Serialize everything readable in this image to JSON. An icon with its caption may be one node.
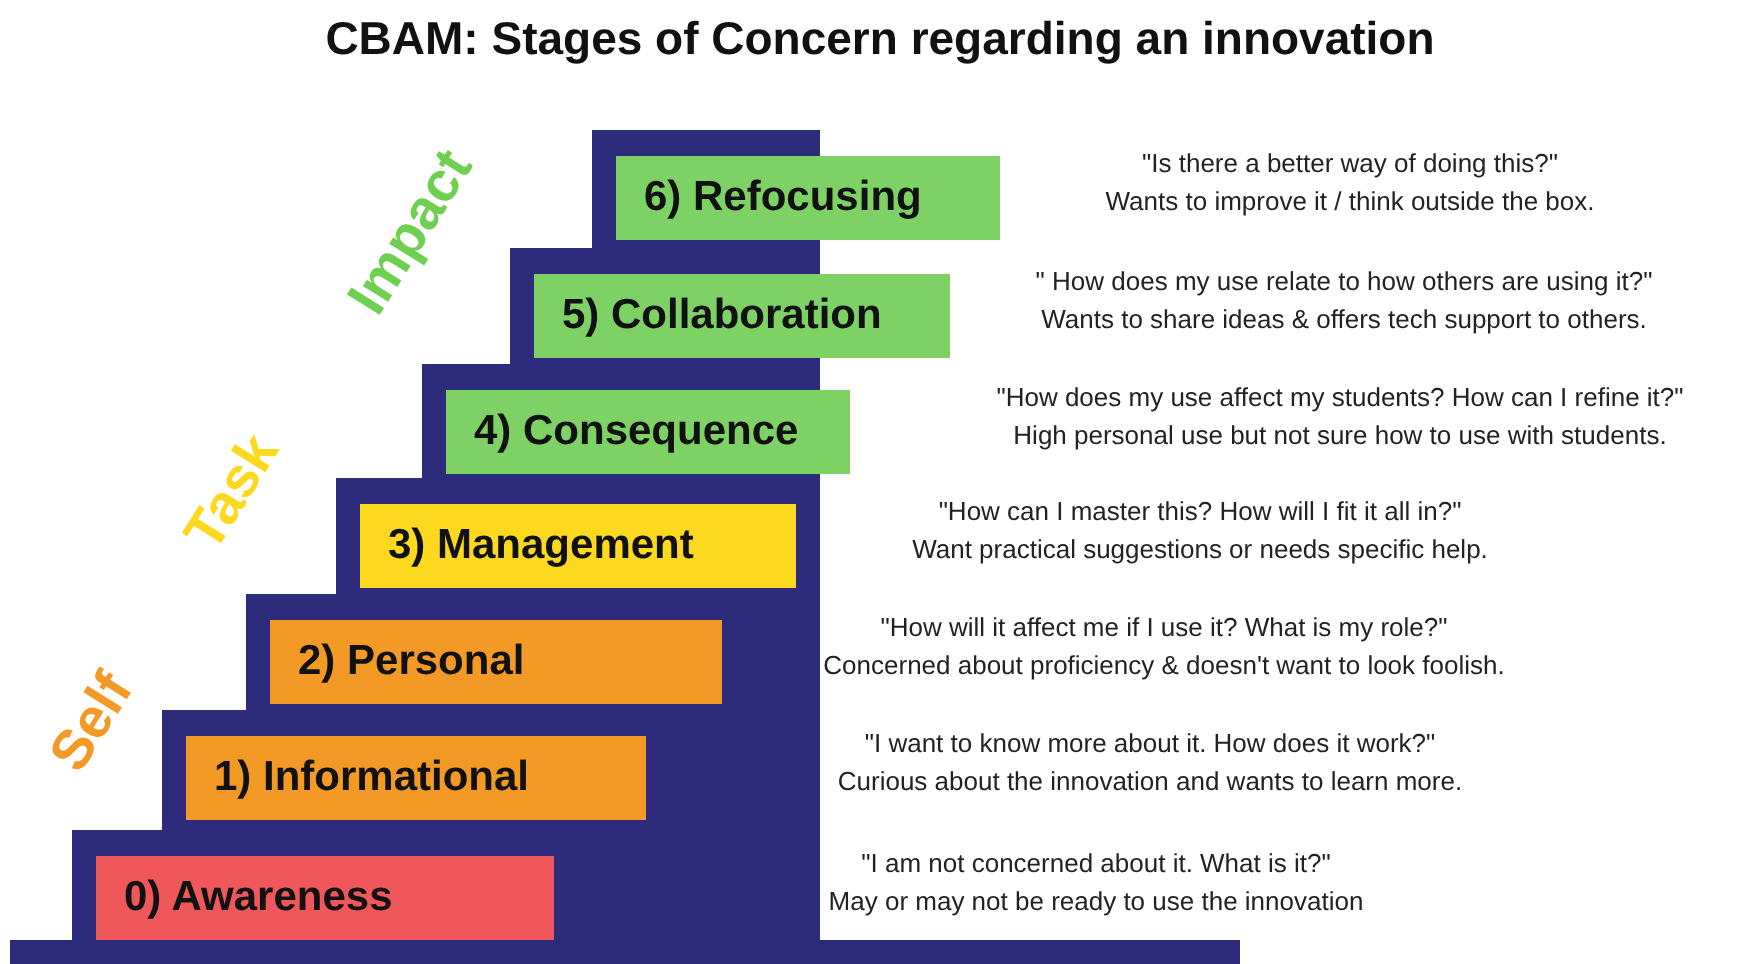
{
  "diagram": {
    "title": "CBAM: Stages of Concern regarding an innovation",
    "nodes": [
      {
        "text": [
          "6) Refocusing"
        ],
        "beside": [
          "\"Is there a better way of doing this?\"",
          "Wants to improve it / think outside the box."
        ]
      },
      {
        "text": [
          "5) Collaboration"
        ],
        "beside": [
          "\" How does my use relate to how others are using it?\"",
          "Wants to share ideas & offers tech support to others."
        ]
      },
      {
        "text": [
          "4) Consequence"
        ],
        "beside": [
          "\"How does my use affect my students? How can I refine it?\"",
          "High personal use but not sure how to use with students."
        ]
      },
      {
        "text": [
          "3) Management"
        ],
        "beside": [
          "\"How can I master this? How will I fit it all in?\"",
          "Want practical suggestions or needs specific help."
        ]
      },
      {
        "text": [
          "2) Personal"
        ],
        "beside": [
          "\"How will it affect me if I use it? What is my role?\"",
          "Concerned about proficiency & doesn't want to look foolish."
        ]
      },
      {
        "text": [
          "1) Informational"
        ],
        "beside": [
          "\"I want to know more about it. How does it work?\"",
          "Curious about the innovation and wants to learn more."
        ]
      },
      {
        "text": [
          "0) Awareness"
        ],
        "beside": [
          "\"I am not concerned about it. What is it?\"",
          "May or may not be ready to use the innovation"
        ]
      }
    ],
    "labels": [
      "Impact",
      "Task",
      "Self"
    ]
  }
}
